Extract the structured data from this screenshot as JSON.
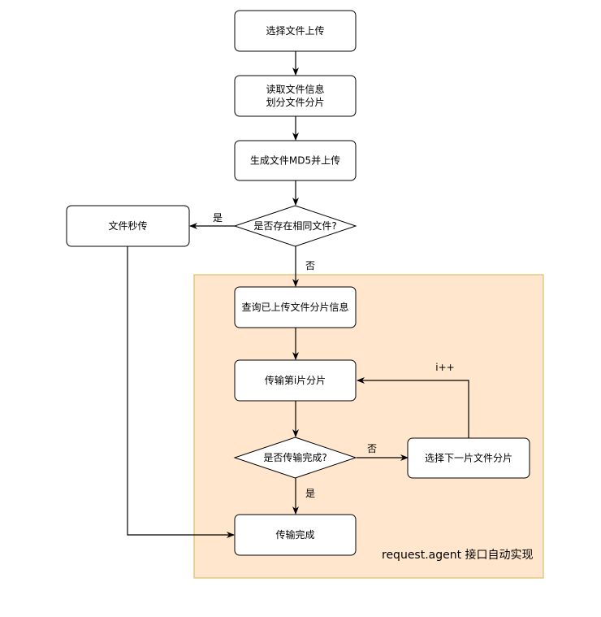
{
  "colors": {
    "region_fill": "#ffe6cc",
    "region_stroke": "#d6b656",
    "node_fill": "#ffffff",
    "node_stroke": "#000000",
    "edge": "#000000"
  },
  "nodes": {
    "select_file": {
      "lines": [
        "选择文件上传"
      ]
    },
    "read_info": {
      "lines": [
        "读取文件信息",
        "划分文件分片"
      ]
    },
    "gen_md5": {
      "lines": [
        "生成文件MD5并上传"
      ]
    },
    "same_file": {
      "lines": [
        "是否存在相同文件?"
      ]
    },
    "instant_upload": {
      "lines": [
        "文件秒传"
      ]
    },
    "query_chunks": {
      "lines": [
        "查询已上传文件分片信息"
      ]
    },
    "transfer_chunk": {
      "lines": [
        "传输第i片分片"
      ]
    },
    "transfer_done_q": {
      "lines": [
        "是否传输完成?"
      ]
    },
    "select_next": {
      "lines": [
        "选择下一片文件分片"
      ]
    },
    "transfer_done": {
      "lines": [
        "传输完成"
      ]
    }
  },
  "edge_labels": {
    "yes_instant": "是",
    "no_query": "否",
    "no_next": "否",
    "i_plus": "i++",
    "yes_done": "是"
  },
  "region": {
    "label": "request.agent 接口自动实现"
  }
}
